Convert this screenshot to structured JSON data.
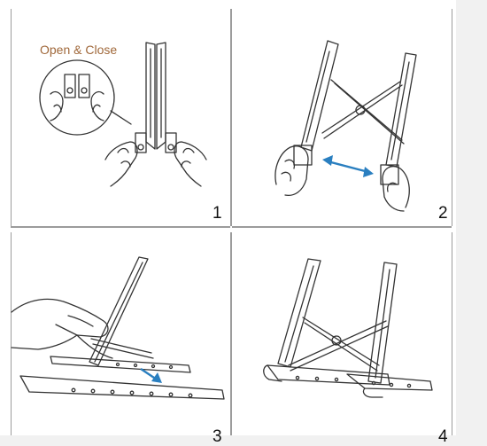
{
  "panels": [
    {
      "id": "step-1",
      "number": "1",
      "caption": "Open & Close",
      "note": "hands pinching the hinge to open and close the stand"
    },
    {
      "id": "step-2",
      "number": "2",
      "arrow": "double-arrow-icon",
      "note": "pull the two arms apart"
    },
    {
      "id": "step-3",
      "number": "3",
      "arrow": "arrow-icon",
      "note": "hand adjusting the stand angle"
    },
    {
      "id": "step-4",
      "number": "4",
      "note": "stand fully unfolded"
    }
  ],
  "colors": {
    "background": "#ffffff",
    "outer": "#f1f1f1",
    "divider": "#9c9c9c",
    "line": "#333333",
    "caption": "#a0683a",
    "arrow": "#2a7fc0"
  }
}
